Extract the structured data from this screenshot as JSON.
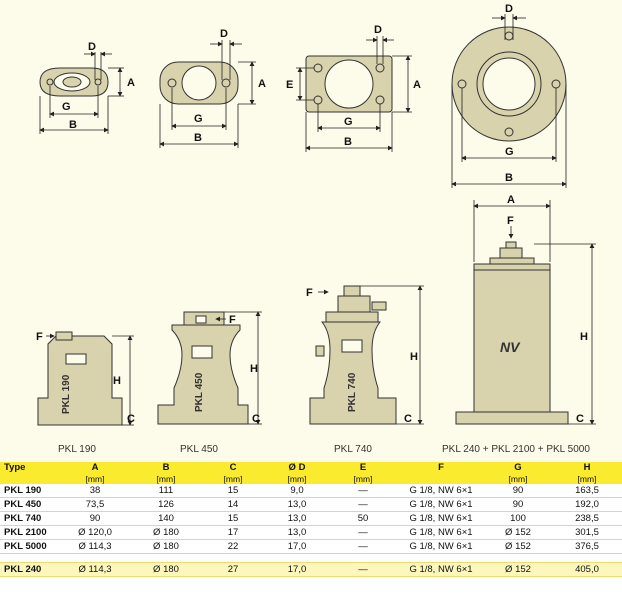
{
  "drawing": {
    "dim_labels": {
      "a": "A",
      "b": "B",
      "c": "C",
      "d": "D",
      "e": "E",
      "f": "F",
      "g": "G",
      "h": "H"
    },
    "captions": [
      "PKL 190",
      "PKL 450",
      "PKL 740",
      "PKL 240 + PKL 2100 + PKL 5000"
    ],
    "body_text": [
      "PKL 190",
      "PKL 450",
      "PKL 740"
    ],
    "logo": "NV"
  },
  "table": {
    "headers": [
      "Type",
      "A",
      "B",
      "C",
      "Ø D",
      "E",
      "F",
      "G",
      "H"
    ],
    "units": [
      "",
      "[mm]",
      "[mm]",
      "[mm]",
      "[mm]",
      "[mm]",
      "",
      "[mm]",
      "[mm]"
    ],
    "rows": [
      [
        "PKL 190",
        "38",
        "111",
        "15",
        "9,0",
        "—",
        "G 1/8, NW 6×1",
        "90",
        "163,5"
      ],
      [
        "PKL 450",
        "73,5",
        "126",
        "14",
        "13,0",
        "—",
        "G 1/8, NW 6×1",
        "90",
        "192,0"
      ],
      [
        "PKL 740",
        "90",
        "140",
        "15",
        "13,0",
        "50",
        "G 1/8, NW 6×1",
        "100",
        "238,5"
      ],
      [
        "PKL 2100",
        "Ø 120,0",
        "Ø 180",
        "17",
        "13,0",
        "—",
        "G 1/8, NW 6×1",
        "Ø 152",
        "301,5"
      ],
      [
        "PKL 5000",
        "Ø 114,3",
        "Ø 180",
        "22",
        "17,0",
        "—",
        "G 1/8, NW 6×1",
        "Ø 152",
        "376,5"
      ]
    ],
    "extra_row": [
      "PKL 240",
      "Ø 114,3",
      "Ø 180",
      "27",
      "17,0",
      "—",
      "G 1/8, NW 6×1",
      "Ø 152",
      "405,0"
    ]
  },
  "colors": {
    "header_yellow": "#fbeb2e",
    "part_fill": "#d8d2ad",
    "drawing_bg": "#fdfbe9"
  }
}
